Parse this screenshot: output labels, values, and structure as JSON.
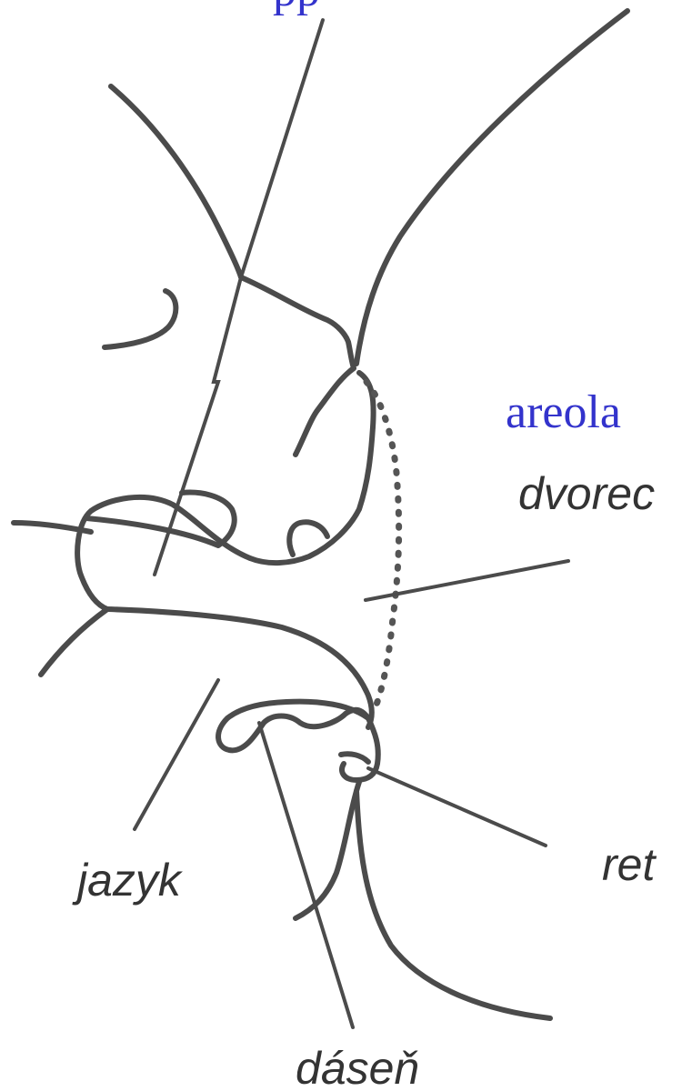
{
  "labels": {
    "top_clipped": "pp",
    "areola": "areola",
    "dvorec": "dvorec",
    "jazyk": "jazyk",
    "ret": "ret",
    "dasen": "dáseň"
  },
  "colors": {
    "line": "#4b4b4b",
    "label": "#333333",
    "highlight_label": "#3333cc"
  }
}
